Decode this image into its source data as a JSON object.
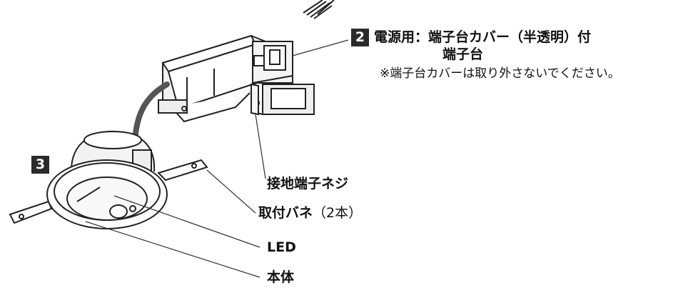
{
  "step2": {
    "number": "2",
    "title": "電源用：端子台カバー（半透明）付",
    "title_line2": "端子台",
    "note": "※端子台カバーは取り外さないでください。"
  },
  "step3": {
    "number": "3"
  },
  "labels": {
    "ground_screw": "接地端子ネジ",
    "spring_bold": "取付バネ",
    "spring_count": "（2本）",
    "led": "LED",
    "body": "本体"
  }
}
